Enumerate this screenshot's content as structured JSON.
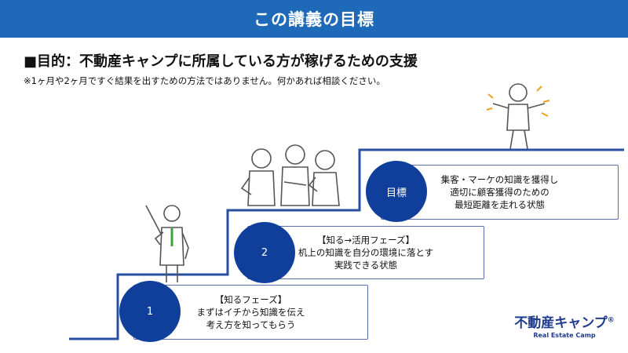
{
  "header": {
    "title": "この講義の目標"
  },
  "goal": {
    "text": "■目的：不動産キャンプに所属している方が稼げるための支援"
  },
  "note": {
    "text": "※1ヶ月や2ヶ月ですぐ結果を出すための方法ではありません。何かあれば相談ください。"
  },
  "steps": [
    {
      "circle": "1",
      "lines": [
        "【知るフェーズ】",
        "まずはイチから知識を伝え",
        "考え方を知ってもらう"
      ]
    },
    {
      "circle": "2",
      "lines": [
        "【知る→活用フェーズ】",
        "机上の知識を自分の環境に落とす",
        "実践できる状態"
      ]
    },
    {
      "circle": "目標",
      "lines": [
        "集客・マーケの知識を獲得し",
        "適切に顧客獲得のための",
        "最短距離を走れる状態"
      ]
    }
  ],
  "logo": {
    "name": "不動産キャンプ",
    "mark": "®",
    "sub": "Real Estate Camp"
  },
  "colors": {
    "header": "#1f6ab8",
    "circle": "#0f3f9b",
    "stairs": "#2a4fa0",
    "logo": "#1f3b8c"
  }
}
